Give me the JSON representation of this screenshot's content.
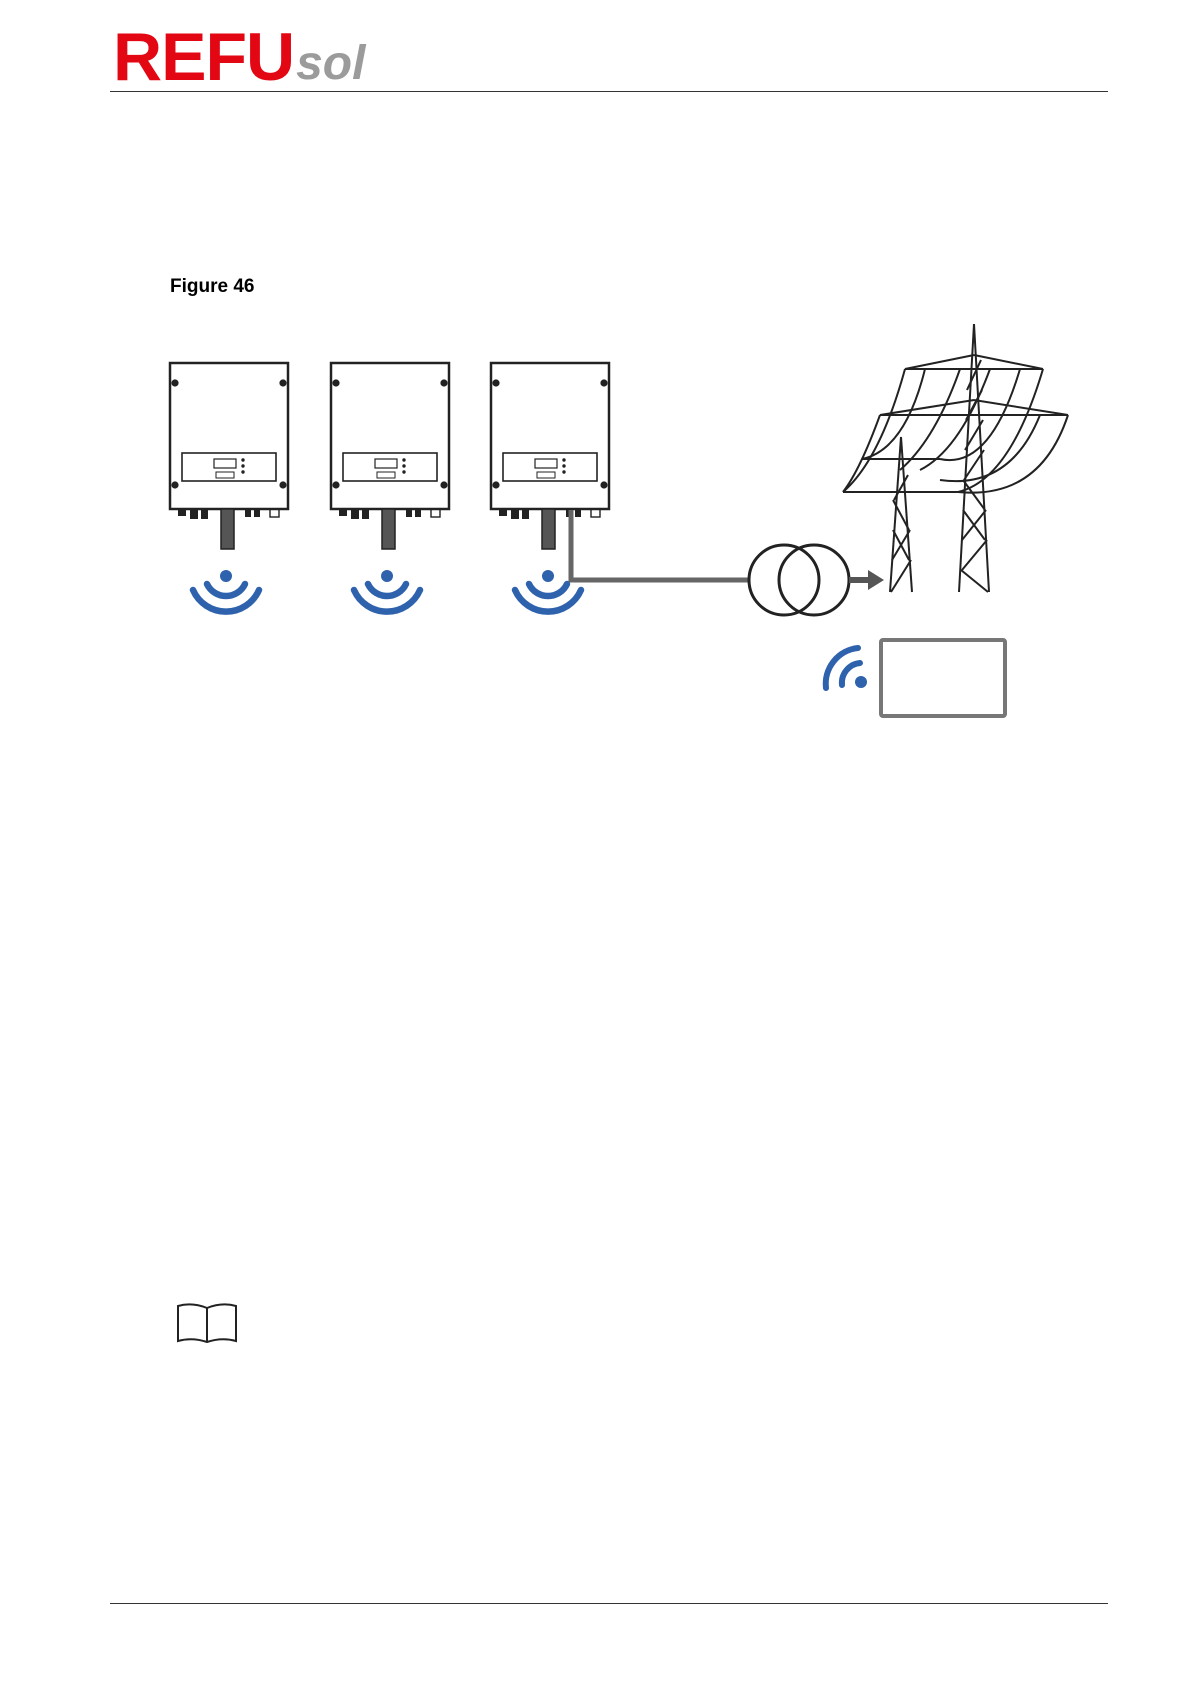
{
  "header": {
    "logo_main": "REFU",
    "logo_sub": "sol"
  },
  "figure": {
    "caption": "Figure 46"
  },
  "colors": {
    "brand_red": "#e30613",
    "logo_gray": "#9b9b9b",
    "wireless_blue": "#2f62ad",
    "cable_gray": "#666666",
    "line_black": "#222222"
  },
  "icons": {
    "note": "book-icon",
    "wireless": "wireless-signal-icon",
    "transformer": "transformer-icon",
    "tower": "transmission-tower-icon"
  }
}
